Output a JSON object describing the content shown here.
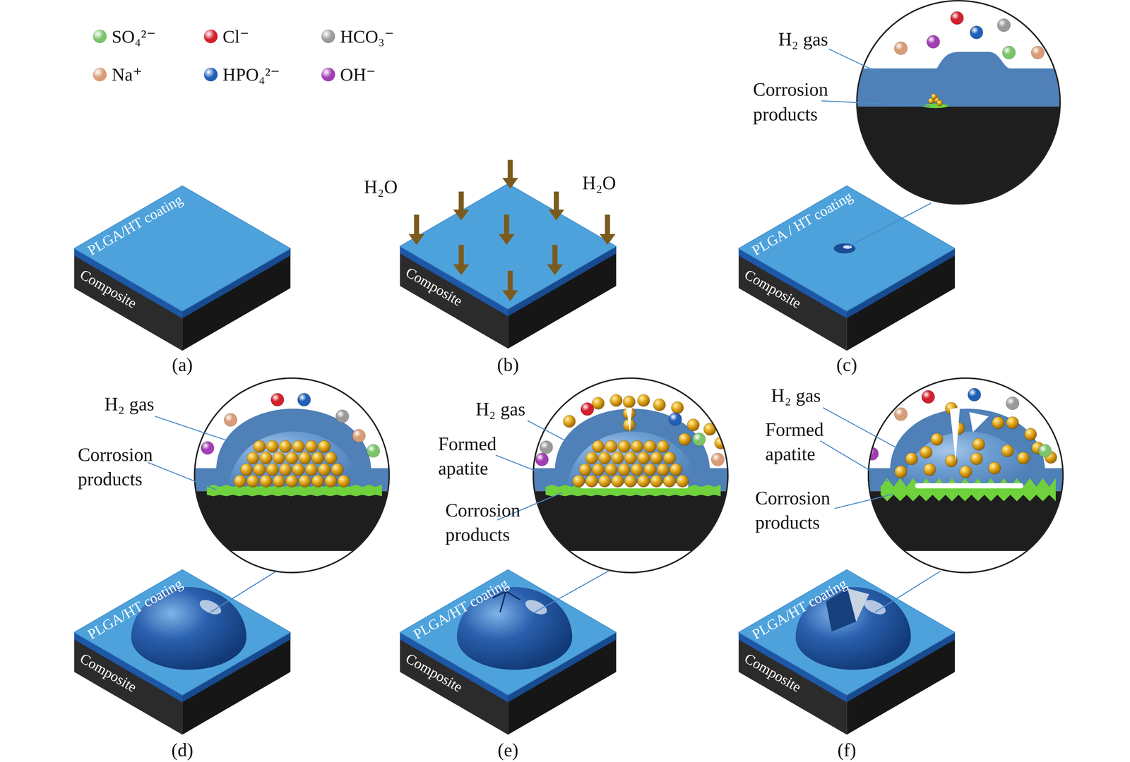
{
  "diagram": {
    "labels": [
      "H₂O",
      "H₂O",
      "H₂ gas",
      "Corrosion products",
      "PLGA/HT coating",
      "Composite",
      "Composite",
      "PLGA / HT coating",
      "Composite",
      "(a)",
      "(b)",
      "(c)",
      "H₂ gas",
      "Corrosion products",
      "H₂ gas",
      "Formed apatite",
      "Corrosion products",
      "H₂ gas",
      "Formed apatite",
      "Corrosion products",
      "PLGA/HT coating",
      "Composite",
      "PLGA/HT coating",
      "Composite",
      "PLGA/HT coating",
      "Composite",
      "(d)",
      "(e)",
      "(f)"
    ],
    "legend": [
      {
        "text": "SO₄²⁻",
        "color": "#7cc46a"
      },
      {
        "text": "Cl⁻",
        "color": "#d3202c"
      },
      {
        "text": "HCO₃⁻",
        "color": "#9a9a9a"
      },
      {
        "text": "Na⁺",
        "color": "#d99c76"
      },
      {
        "text": "HPO₄²⁻",
        "color": "#1f5fb8"
      },
      {
        "text": "OH⁻",
        "color": "#a23db3"
      }
    ]
  }
}
